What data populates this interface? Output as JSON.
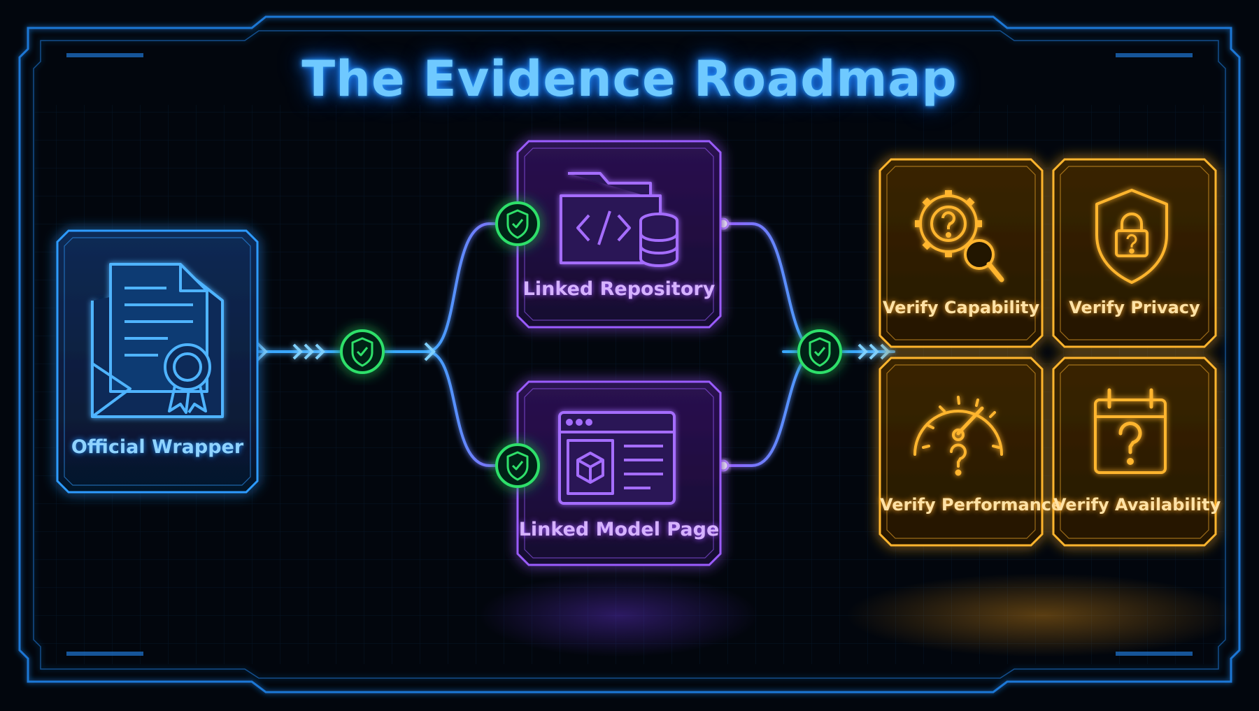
{
  "title": "The Evidence Roadmap",
  "nodes": {
    "wrapper": {
      "label": "Official Wrapper",
      "icon": "certificate-document-icon"
    },
    "repository": {
      "label": "Linked Repository",
      "icon": "code-folder-database-icon"
    },
    "model_page": {
      "label": "Linked Model Page",
      "icon": "browser-cube-icon"
    },
    "capability": {
      "label": "Verify Capability",
      "icon": "gear-question-search-icon"
    },
    "privacy": {
      "label": "Verify Privacy",
      "icon": "shield-lock-icon"
    },
    "performance": {
      "label": "Verify Performance",
      "icon": "gauge-question-icon"
    },
    "availability": {
      "label": "Verify Availability",
      "icon": "calendar-question-icon"
    }
  },
  "checkpoints": {
    "icon": "shield-check-icon"
  },
  "colors": {
    "background": "#02060d",
    "blue": "#2f9bff",
    "purple": "#9b5cff",
    "green": "#2fe06a",
    "gold": "#ffb52e"
  }
}
